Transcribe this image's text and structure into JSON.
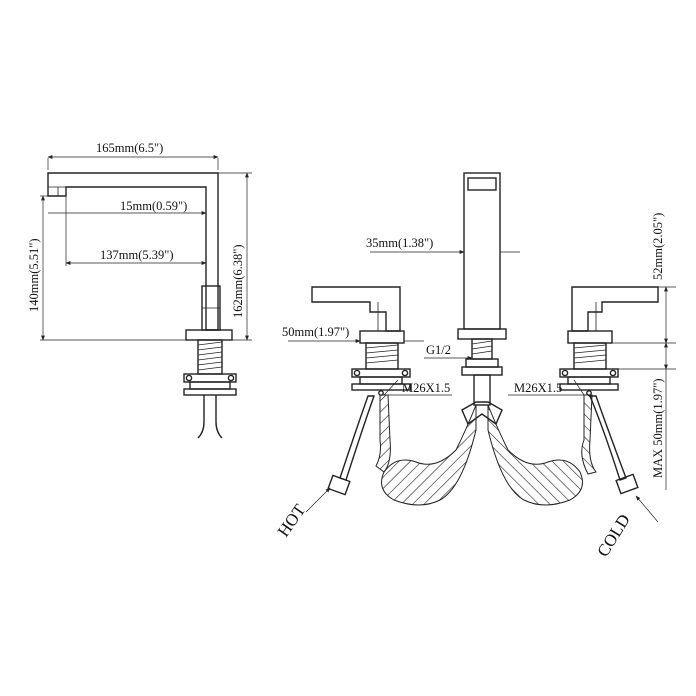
{
  "diagram": {
    "side_view": {
      "dim_width": "165mm(6.5\")",
      "dim_spout_tip": "15mm(0.59\")",
      "dim_reach": "137mm(5.39\")",
      "dim_spout_height": "140mm(5.51\")",
      "dim_total_height": "162mm(6.38\")"
    },
    "front_view": {
      "dim_spout_width": "35mm(1.38\")",
      "dim_handle_height": "50mm(1.97\")",
      "thread_spout": "G1/2",
      "thread_left": "M26X1.5",
      "thread_right": "M26X1.5",
      "dim_handle_top": "52mm(2.05\")",
      "dim_max_deck": "MAX 50mm(1.97\")",
      "label_hot": "HOT",
      "label_cold": "COLD"
    }
  }
}
